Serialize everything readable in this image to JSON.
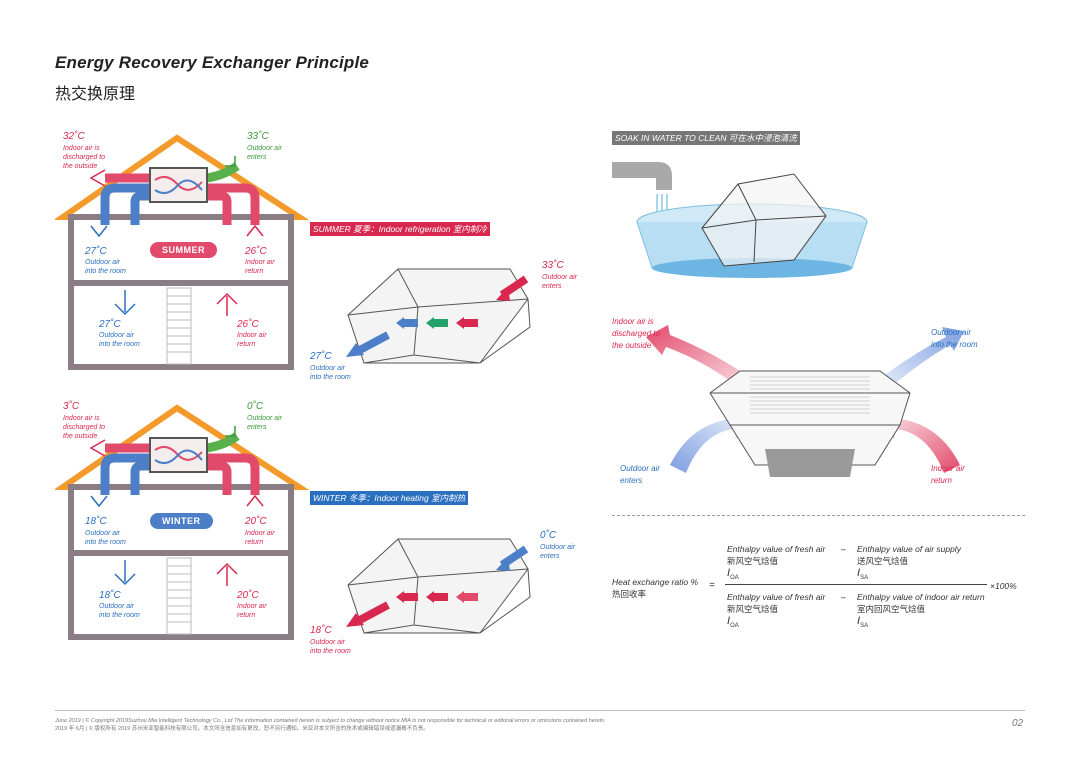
{
  "header": {
    "title_en": "Energy Recovery Exchanger Principle",
    "title_zh": "热交换原理"
  },
  "summer_house": {
    "badge": "SUMMER",
    "exhaust_temp": "32˚C",
    "exhaust_label": [
      "Indoor air is",
      "discharged to",
      "the outside"
    ],
    "intake_temp": "33˚C",
    "intake_label": [
      "Outdoor air",
      "enters"
    ],
    "upper_supply_temp": "27˚C",
    "upper_supply_label": [
      "Outdoor air",
      "into the room"
    ],
    "upper_return_temp": "26˚C",
    "upper_return_label": [
      "Indoor air",
      "return"
    ],
    "lower_supply_temp": "27˚C",
    "lower_supply_label": [
      "Outdoor air",
      "into the room"
    ],
    "lower_return_temp": "26˚C",
    "lower_return_label": [
      "Indoor air",
      "return"
    ]
  },
  "winter_house": {
    "badge": "WINTER",
    "exhaust_temp": "3˚C",
    "exhaust_label": [
      "Indoor air is",
      "discharged to",
      "the outside"
    ],
    "intake_temp": "0˚C",
    "intake_label": [
      "Outdoor air",
      "enters"
    ],
    "upper_supply_temp": "18˚C",
    "upper_supply_label": [
      "Outdoor air",
      "into the room"
    ],
    "upper_return_temp": "20˚C",
    "upper_return_label": [
      "Indoor air",
      "return"
    ],
    "lower_supply_temp": "18˚C",
    "lower_supply_label": [
      "Outdoor air",
      "into the room"
    ],
    "lower_return_temp": "20˚C",
    "lower_return_label": [
      "Indoor air",
      "return"
    ]
  },
  "summer_core": {
    "banner": "SUMMER 夏季：Indoor refrigeration 室内制冷",
    "in_temp": "33˚C",
    "in_label": [
      "Outdoor air",
      "enters"
    ],
    "out_temp": "27˚C",
    "out_label": [
      "Outdoor air",
      "into the room"
    ]
  },
  "winter_core": {
    "banner": "WINTER 冬季：Indoor heating 室内制热",
    "in_temp": "0˚C",
    "in_label": [
      "Outdoor air",
      "enters"
    ],
    "out_temp": "18˚C",
    "out_label": [
      "Outdoor air",
      "into the room"
    ]
  },
  "soak": {
    "banner": "SOAK IN WATER TO CLEAN 可在水中浸泡清洗"
  },
  "flow_diagram": {
    "top_left": [
      "Indoor air is",
      "discharged to",
      "the outside"
    ],
    "top_right": [
      "Outdoor air",
      "into the room"
    ],
    "bottom_left": [
      "Outdoor air",
      "enters"
    ],
    "bottom_right": [
      "Indoor air",
      "return"
    ]
  },
  "formula": {
    "lhs_en": "Heat exchange ratio %",
    "lhs_zh": "热回收率",
    "equals": "=",
    "num_left_en": "Enthalpy value of fresh air",
    "num_left_zh": "新风空气焓值",
    "num_left_sym": "I",
    "num_left_sub": "OA",
    "minus": "–",
    "num_right_en": "Enthalpy value of air supply",
    "num_right_zh": "送风空气焓值",
    "num_right_sym": "I",
    "num_right_sub": "SA",
    "den_left_en": "Enthalpy value of fresh air",
    "den_left_zh": "新风空气焓值",
    "den_left_sym": "I",
    "den_left_sub": "OA",
    "den_right_en": "Enthalpy value of indoor air return",
    "den_right_zh": "室内回风空气焓值",
    "den_right_sym": "I",
    "den_right_sub": "SA",
    "multiplier": "×100%"
  },
  "footer": {
    "line1": "June 2019 | © Copyright 2019Suzhou Mia Intelligent Technology Co., Ltd The information contained herein is subject to change without notice.MIA is not responsible for technical or editorial errors or omissions contained herein.",
    "line2": "2019 年 6月 | © 版权所有 2019 苏州米亚智能科技有限公司。本文所含信息如有更改，恕不另行通知。米亚对本文所含的技术或编辑错误或遗漏概不负责。",
    "page": "02"
  },
  "colors": {
    "orange": "#f39a2a",
    "red": "#d9284f",
    "blue": "#2b6fc0",
    "green": "#5ab04a",
    "house": "#8a7d86"
  }
}
